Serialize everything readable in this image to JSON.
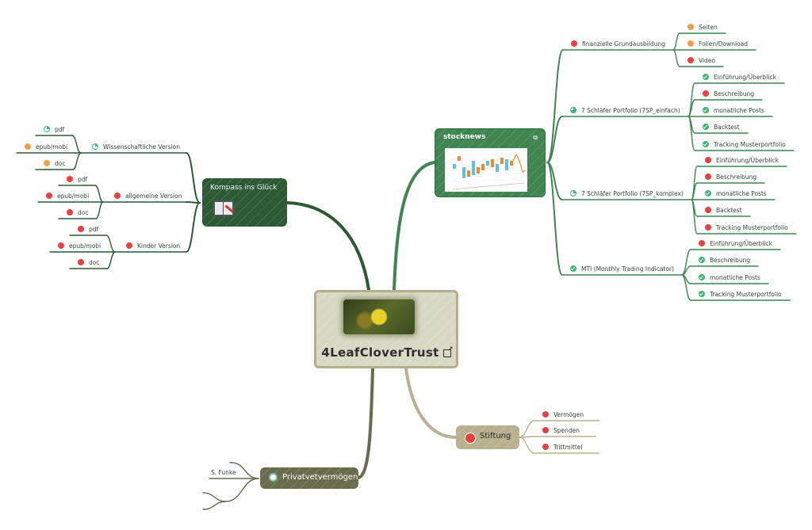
{
  "central": {
    "title": "4LeafCloverTrust",
    "icon": "external-link-icon"
  },
  "stocknews": {
    "title": "stocknews",
    "children": [
      {
        "label": "finanzielle Grundausbildung",
        "status": "red",
        "children": [
          {
            "label": "Seiten",
            "status": "orange"
          },
          {
            "label": "Folien/Download",
            "status": "orange"
          },
          {
            "label": "Video",
            "status": "red"
          }
        ]
      },
      {
        "label": "7 Schläfer Portfolio (7SP_einfach)",
        "status": "prog75",
        "children": [
          {
            "label": "Einführung/Überblick",
            "status": "check"
          },
          {
            "label": "Beschreibung",
            "status": "red"
          },
          {
            "label": "monatliche Posts",
            "status": "check"
          },
          {
            "label": "Backtest",
            "status": "check"
          },
          {
            "label": "Tracking Musterportfolio",
            "status": "check"
          }
        ]
      },
      {
        "label": "7 Schläfer Portfolio (7SP_komplex)",
        "status": "prog",
        "children": [
          {
            "label": "Einführung/Überblick",
            "status": "red"
          },
          {
            "label": "Beschreibung",
            "status": "red"
          },
          {
            "label": "monatliche Posts",
            "status": "check"
          },
          {
            "label": "Backtest",
            "status": "red"
          },
          {
            "label": "Tracking Musterportfolio",
            "status": "red"
          }
        ]
      },
      {
        "label": "MTI (Monthly Trading Indicator)",
        "status": "check",
        "children": [
          {
            "label": "Einführung/Überblick",
            "status": "red"
          },
          {
            "label": "Beschreibung",
            "status": "check"
          },
          {
            "label": "monatliche Posts",
            "status": "check"
          },
          {
            "label": "Tracking Musterportfolio",
            "status": "check"
          }
        ]
      }
    ]
  },
  "kompass": {
    "title": "Kompass ins Glück",
    "children": [
      {
        "label": "Wissenschaftliche Version",
        "status": "prog",
        "children": [
          {
            "label": "pdf",
            "status": "prog"
          },
          {
            "label": "epub/mobi",
            "status": "orange"
          },
          {
            "label": "doc",
            "status": "orange"
          }
        ]
      },
      {
        "label": "allgemeine Version",
        "status": "red",
        "children": [
          {
            "label": "pdf",
            "status": "red"
          },
          {
            "label": "epub/mobi",
            "status": "red"
          },
          {
            "label": "doc",
            "status": "red"
          }
        ]
      },
      {
        "label": "Kinder Version",
        "status": "red",
        "children": [
          {
            "label": "pdf",
            "status": "red"
          },
          {
            "label": "epub/mobi",
            "status": "red"
          },
          {
            "label": "doc",
            "status": "red"
          }
        ]
      }
    ]
  },
  "stiftung": {
    "title": "Stiftung",
    "status": "red",
    "children": [
      {
        "label": "Vermögen",
        "status": "red"
      },
      {
        "label": "Spenden",
        "status": "red"
      },
      {
        "label": "Trittmittel",
        "status": "red"
      }
    ]
  },
  "privat": {
    "title": "Privatvetvermögen",
    "status": "prog",
    "children": [
      {
        "label": "S. Funke",
        "status": "none"
      }
    ]
  },
  "colors": {
    "stocknews": "#3f8550",
    "kompass": "#2b5a35",
    "stiftung": "#b8b08e",
    "privat": "#6a6a4c",
    "red": "#ec3f3f",
    "orange": "#ef9f45",
    "green": "#36b874"
  }
}
